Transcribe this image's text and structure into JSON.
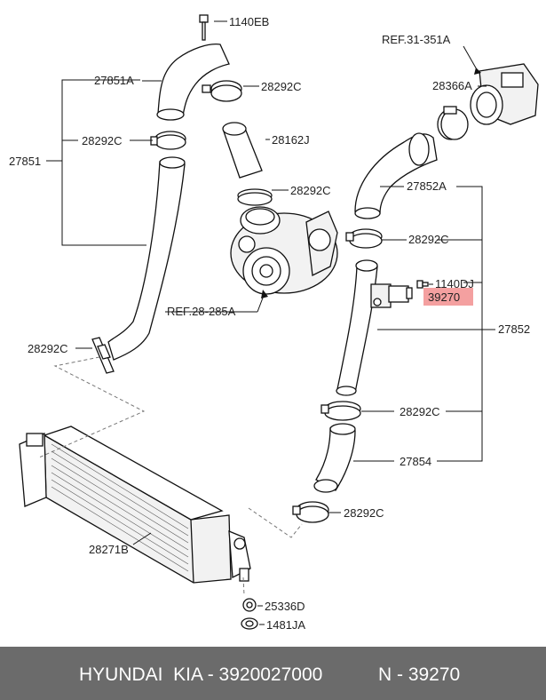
{
  "labels": {
    "b1140eb": "1140EB",
    "p27851a": "27851A",
    "c28292c_top": "28292C",
    "c28292c_left1": "28292C",
    "p27851": "27851",
    "h28162j": "28162J",
    "c28292c_mid": "28292C",
    "ref28": "REF.28-285A",
    "c28292c_left2": "28292C",
    "ref31": "REF.31-351A",
    "p28366a": "28366A",
    "p27852a": "27852A",
    "c28292c_r1": "28292C",
    "b1140dj": "1140DJ",
    "s39270": "39270",
    "p27852": "27852",
    "c28292c_r2": "28292C",
    "p27854": "27854",
    "c28292c_r3": "28292C",
    "i28271b": "28271B",
    "n25336d": "25336D",
    "n1481ja": "1481JA"
  },
  "highlight_color": "#f4a0a0",
  "footer": {
    "brand": "HYUNDAI  KIA - 3920027000",
    "number": "N - 39270"
  }
}
